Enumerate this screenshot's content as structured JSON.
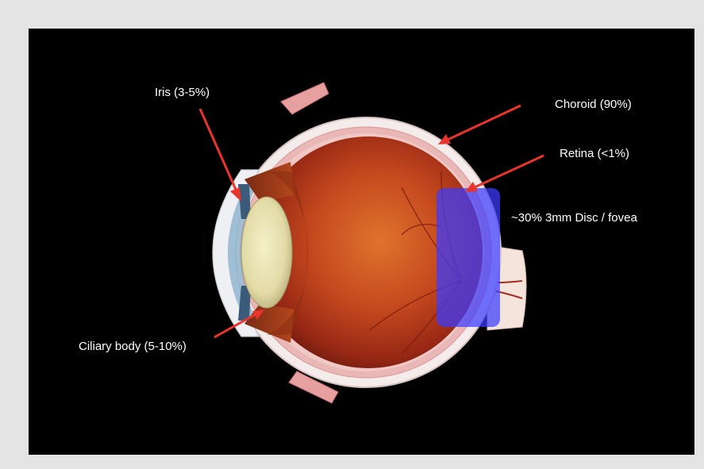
{
  "labels": {
    "iris": "Iris (3-5%)",
    "choroid": "Choroid (90%)",
    "retina": "Retina (<1%)",
    "disc": "~30% 3mm Disc / fovea",
    "ciliary": "Ciliary body (5-10%)"
  },
  "colors": {
    "background": "#000000",
    "frame": "#e4e4e4",
    "arrow": "#e8342b",
    "highlight": "#3a3cff"
  }
}
